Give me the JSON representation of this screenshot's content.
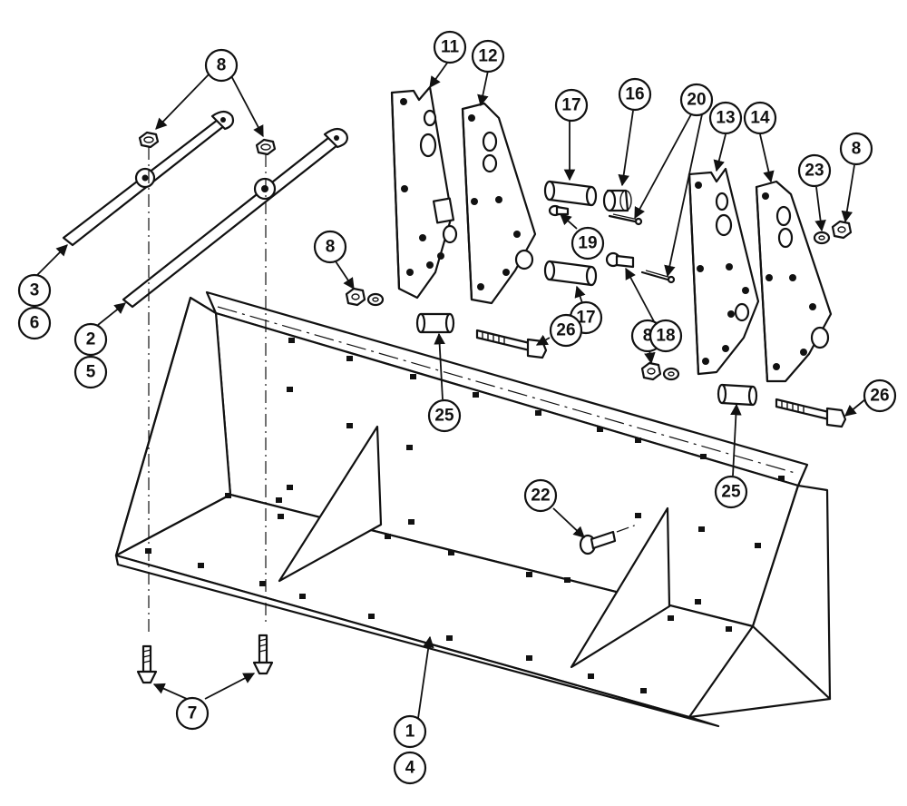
{
  "diagram": {
    "callouts": [
      {
        "id": "c1",
        "text": "1"
      },
      {
        "id": "c4",
        "text": "4"
      },
      {
        "id": "c2",
        "text": "2"
      },
      {
        "id": "c5",
        "text": "5"
      },
      {
        "id": "c3",
        "text": "3"
      },
      {
        "id": "c6",
        "text": "6"
      },
      {
        "id": "c7",
        "text": "7"
      },
      {
        "id": "c8a",
        "text": "8"
      },
      {
        "id": "c8b",
        "text": "8"
      },
      {
        "id": "c8c",
        "text": "8"
      },
      {
        "id": "c8d",
        "text": "8"
      },
      {
        "id": "c11",
        "text": "11"
      },
      {
        "id": "c12",
        "text": "12"
      },
      {
        "id": "c13",
        "text": "13"
      },
      {
        "id": "c14",
        "text": "14"
      },
      {
        "id": "c16",
        "text": "16"
      },
      {
        "id": "c17a",
        "text": "17"
      },
      {
        "id": "c17b",
        "text": "17"
      },
      {
        "id": "c18",
        "text": "18"
      },
      {
        "id": "c19",
        "text": "19"
      },
      {
        "id": "c20",
        "text": "20"
      },
      {
        "id": "c22",
        "text": "22"
      },
      {
        "id": "c23",
        "text": "23"
      },
      {
        "id": "c25a",
        "text": "25"
      },
      {
        "id": "c25b",
        "text": "25"
      },
      {
        "id": "c26a",
        "text": "26"
      },
      {
        "id": "c26b",
        "text": "26"
      }
    ]
  }
}
